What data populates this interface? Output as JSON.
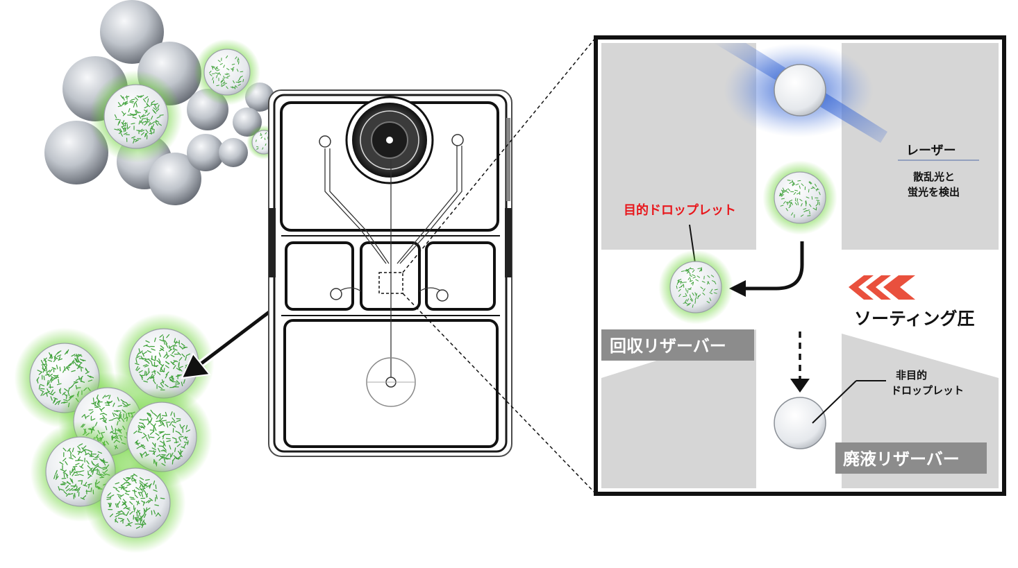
{
  "labels": {
    "laser": "レーザー",
    "detect_line1": "散乱光と",
    "detect_line2": "蛍光を検出",
    "target_droplet": "目的ドロップレット",
    "sorting_pressure": "ソーティング圧",
    "recovery_reservoir": "回収リザーバー",
    "nontarget_line1": "非目的",
    "nontarget_line2": "ドロップレット",
    "waste_reservoir": "廃液リザーバー"
  },
  "colors": {
    "target_label": "#e8171c",
    "sorting_chevrons": "#e9503d",
    "cell_glow": "#6ed43a",
    "bacteria": "#3fa13a",
    "laser_beam": "#2f5fd0",
    "channel_wall": "#d6d6d6",
    "reservoir_label_bg": "#8c8c8c"
  },
  "icons": {
    "sorting_direction": "triple-chevron-left-icon",
    "sort_arrow": "curved-arrow-left-icon",
    "waste_arrow": "dashed-arrow-down-icon"
  }
}
